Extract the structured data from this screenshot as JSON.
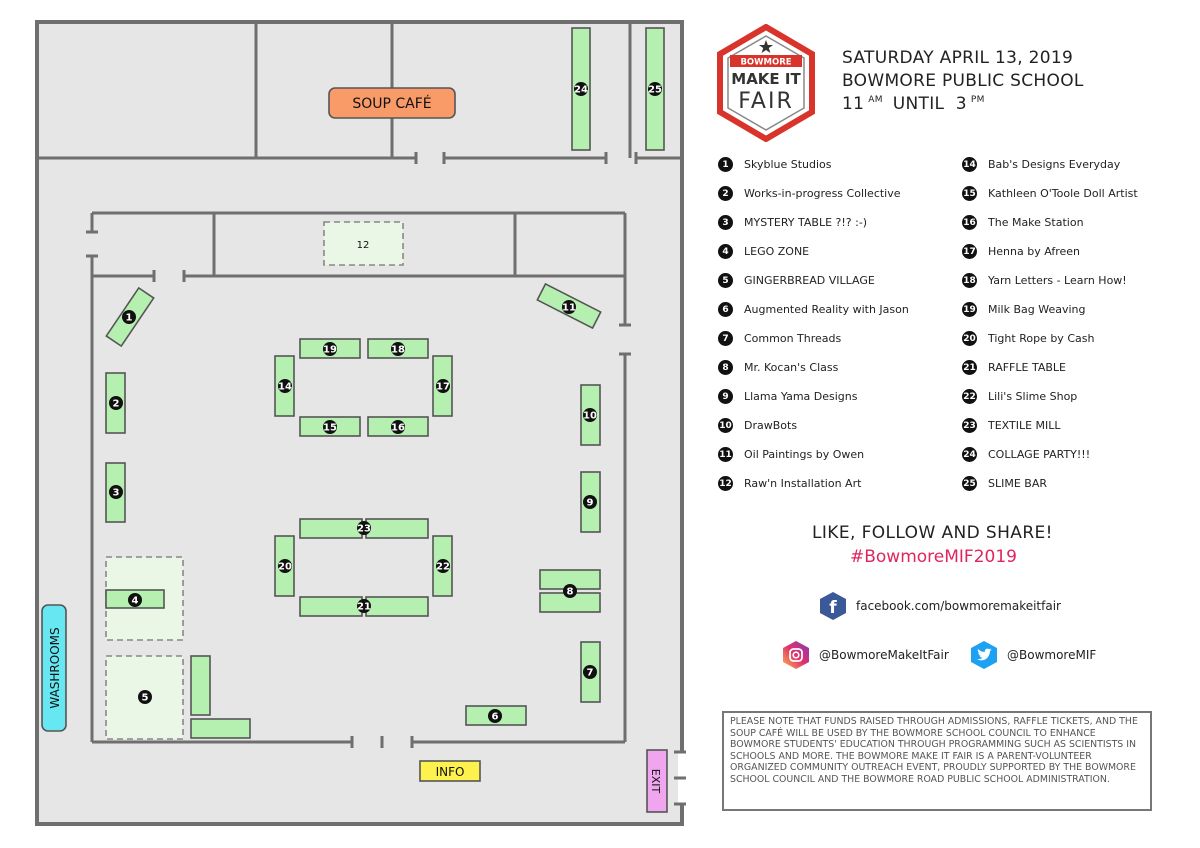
{
  "event": {
    "logo_top": "BOWMORE",
    "logo_mid": "MAKE IT",
    "logo_bottom": "FAIR",
    "date": "SATURDAY APRIL 13, 2019",
    "venue": "BOWMORE PUBLIC SCHOOL",
    "time_start": "11",
    "time_start_suffix": "AM",
    "time_until": "UNTIL",
    "time_end": "3",
    "time_end_suffix": "PM"
  },
  "map": {
    "soup_cafe": "SOUP CAFÉ",
    "washrooms": "WASHROOMS",
    "info": "INFO",
    "exit": "EXIT",
    "colors": {
      "table": "#b5f0b1",
      "soup_cafe": "#f99b68",
      "washrooms": "#66e7f2",
      "info": "#fdf24d",
      "exit": "#f0a6ee",
      "floor": "#e6e6e6"
    }
  },
  "stalls": [
    {
      "num": "1",
      "name": "Skyblue Studios"
    },
    {
      "num": "2",
      "name": "Works-in-progress Collective"
    },
    {
      "num": "3",
      "name": "MYSTERY TABLE ?!?  :-)"
    },
    {
      "num": "4",
      "name": "LEGO ZONE"
    },
    {
      "num": "5",
      "name": "GINGERBREAD VILLAGE"
    },
    {
      "num": "6",
      "name": "Augmented Reality with Jason"
    },
    {
      "num": "7",
      "name": "Common Threads"
    },
    {
      "num": "8",
      "name": "Mr. Kocan's Class"
    },
    {
      "num": "9",
      "name": "Llama Yama Designs"
    },
    {
      "num": "10",
      "name": "DrawBots"
    },
    {
      "num": "11",
      "name": "Oil Paintings by Owen"
    },
    {
      "num": "12",
      "name": "Raw'n Installation Art"
    },
    {
      "num": "14",
      "name": "Bab's Designs Everyday"
    },
    {
      "num": "15",
      "name": "Kathleen O'Toole Doll Artist"
    },
    {
      "num": "16",
      "name": "The Make Station"
    },
    {
      "num": "17",
      "name": "Henna by Afreen"
    },
    {
      "num": "18",
      "name": "Yarn Letters - Learn How!"
    },
    {
      "num": "19",
      "name": "Milk Bag Weaving"
    },
    {
      "num": "20",
      "name": "Tight Rope by Cash"
    },
    {
      "num": "21",
      "name": "RAFFLE TABLE"
    },
    {
      "num": "22",
      "name": "Lili's Slime Shop"
    },
    {
      "num": "23",
      "name": "TEXTILE MILL"
    },
    {
      "num": "24",
      "name": "COLLAGE PARTY!!!"
    },
    {
      "num": "25",
      "name": "SLIME BAR"
    }
  ],
  "social": {
    "heading": "LIKE, FOLLOW AND SHARE!",
    "hashtag": "#BowmoreMIF2019",
    "facebook": "facebook.com/bowmoremakeitfair",
    "instagram": "@BowmoreMakeItFair",
    "twitter": "@BowmoreMIF"
  },
  "note": "PLEASE NOTE THAT FUNDS RAISED THROUGH ADMISSIONS, RAFFLE TICKETS, AND THE SOUP CAFÉ WILL BE USED BY THE BOWMORE SCHOOL COUNCIL TO ENHANCE BOWMORE STUDENTS' EDUCATION THROUGH PROGRAMMING SUCH AS SCIENTISTS IN SCHOOLS AND MORE. THE BOWMORE MAKE IT FAIR IS A PARENT-VOLUNTEER ORGANIZED COMMUNITY OUTREACH EVENT, PROUDLY SUPPORTED BY THE BOWMORE SCHOOL COUNCIL AND THE BOWMORE ROAD PUBLIC SCHOOL ADMINISTRATION."
}
